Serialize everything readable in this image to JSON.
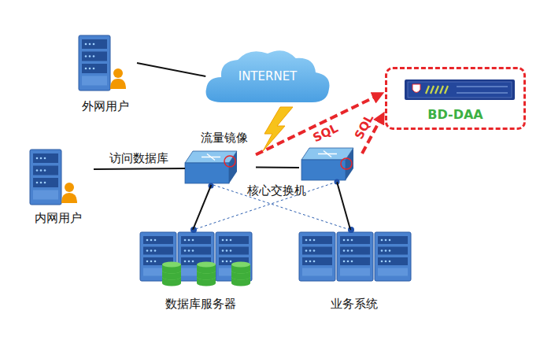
{
  "diagram": {
    "nodes": [
      {
        "text": [
          "外网用户"
        ]
      },
      {
        "text": [
          "INTERNET"
        ]
      },
      {
        "text": [
          "内网用户"
        ]
      },
      {
        "text": [
          "流量镜像"
        ]
      },
      {
        "text": [
          "核心交换机"
        ]
      },
      {
        "text": [
          "BD-DAA"
        ]
      },
      {
        "text": [
          "数据库服务器"
        ]
      },
      {
        "text": [
          "业务系统"
        ]
      }
    ],
    "edges": [
      {
        "from": 0,
        "to": 1,
        "arrow": "none"
      },
      {
        "from": 2,
        "to": 3,
        "label": "访问数据库",
        "arrow": "none"
      },
      {
        "from": 3,
        "to": 4,
        "arrow": "none"
      },
      {
        "from": 3,
        "to": 5,
        "label": "SQL",
        "arrow": "to"
      },
      {
        "from": 4,
        "to": 5,
        "label": "SQL",
        "arrow": "to"
      },
      {
        "from": 3,
        "to": 6,
        "arrow": "none"
      },
      {
        "from": 4,
        "to": 7,
        "arrow": "none"
      },
      {
        "from": 3,
        "to": 7,
        "arrow": "none"
      },
      {
        "from": 4,
        "to": 6,
        "arrow": "none"
      }
    ]
  }
}
